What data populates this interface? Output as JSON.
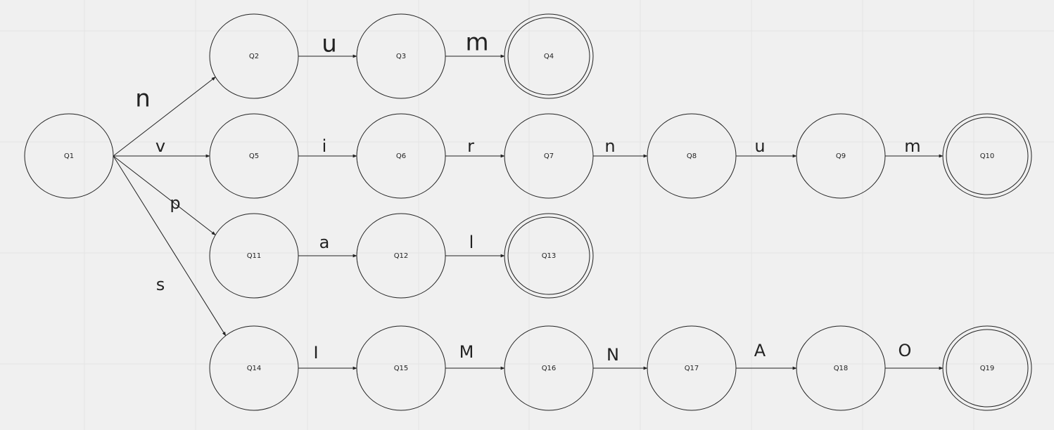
{
  "diagram": {
    "type": "finite-automaton",
    "colors": {
      "background": "#f0f0f0",
      "grid": "#e4e4e4",
      "stroke": "#222222",
      "text": "#222222"
    },
    "states": [
      {
        "id": "Q1",
        "label": "Q1",
        "accepting": false
      },
      {
        "id": "Q2",
        "label": "Q2",
        "accepting": false
      },
      {
        "id": "Q3",
        "label": "Q3",
        "accepting": false
      },
      {
        "id": "Q4",
        "label": "Q4",
        "accepting": true
      },
      {
        "id": "Q5",
        "label": "Q5",
        "accepting": false
      },
      {
        "id": "Q6",
        "label": "Q6",
        "accepting": false
      },
      {
        "id": "Q7",
        "label": "Q7",
        "accepting": false
      },
      {
        "id": "Q8",
        "label": "Q8",
        "accepting": false
      },
      {
        "id": "Q9",
        "label": "Q9",
        "accepting": false
      },
      {
        "id": "Q10",
        "label": "Q10",
        "accepting": true
      },
      {
        "id": "Q11",
        "label": "Q11",
        "accepting": false
      },
      {
        "id": "Q12",
        "label": "Q12",
        "accepting": false
      },
      {
        "id": "Q13",
        "label": "Q13",
        "accepting": true
      },
      {
        "id": "Q14",
        "label": "Q14",
        "accepting": false
      },
      {
        "id": "Q15",
        "label": "Q15",
        "accepting": false
      },
      {
        "id": "Q16",
        "label": "Q16",
        "accepting": false
      },
      {
        "id": "Q17",
        "label": "Q17",
        "accepting": false
      },
      {
        "id": "Q18",
        "label": "Q18",
        "accepting": false
      },
      {
        "id": "Q19",
        "label": "Q19",
        "accepting": true
      }
    ],
    "transitions": [
      {
        "from": "Q1",
        "to": "Q2",
        "label": "n"
      },
      {
        "from": "Q2",
        "to": "Q3",
        "label": "u"
      },
      {
        "from": "Q3",
        "to": "Q4",
        "label": "m"
      },
      {
        "from": "Q1",
        "to": "Q5",
        "label": "v"
      },
      {
        "from": "Q5",
        "to": "Q6",
        "label": "i"
      },
      {
        "from": "Q6",
        "to": "Q7",
        "label": "r"
      },
      {
        "from": "Q7",
        "to": "Q8",
        "label": "n"
      },
      {
        "from": "Q8",
        "to": "Q9",
        "label": "u"
      },
      {
        "from": "Q9",
        "to": "Q10",
        "label": "m"
      },
      {
        "from": "Q1",
        "to": "Q11",
        "label": "p"
      },
      {
        "from": "Q11",
        "to": "Q12",
        "label": "a"
      },
      {
        "from": "Q12",
        "to": "Q13",
        "label": "l"
      },
      {
        "from": "Q1",
        "to": "Q14",
        "label": "s"
      },
      {
        "from": "Q14",
        "to": "Q15",
        "label": "I"
      },
      {
        "from": "Q15",
        "to": "Q16",
        "label": "M"
      },
      {
        "from": "Q16",
        "to": "Q17",
        "label": "N"
      },
      {
        "from": "Q17",
        "to": "Q18",
        "label": "A"
      },
      {
        "from": "Q18",
        "to": "Q19",
        "label": "O"
      }
    ]
  }
}
